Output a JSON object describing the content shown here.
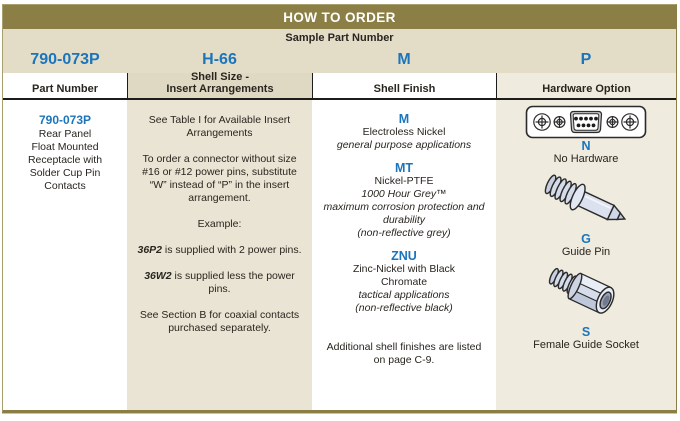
{
  "title": "HOW TO ORDER",
  "sample": {
    "label": "Sample Part Number",
    "part_number": "790-073P",
    "shell_size": "H-66",
    "shell_finish": "M",
    "hardware": "P"
  },
  "headers": {
    "col1": "Part Number",
    "col2_line1": "Shell Size -",
    "col2_line2": "Insert Arrangements",
    "col3": "Shell Finish",
    "col4": "Hardware Option"
  },
  "part_number": {
    "code": "790-073P",
    "desc_lines": [
      "Rear Panel",
      "Float Mounted",
      "Receptacle with",
      "Solder Cup Pin",
      "Contacts"
    ]
  },
  "shell_size": {
    "para1": "See Table I for Available Insert Arrangements",
    "para2": "To order a connector without size #16 or #12 power pins, substitute “W” instead of “P” in the insert arrangement.",
    "para3": "Example:",
    "para4_em": "36P2",
    "para4_text": " is supplied with 2 power pins.",
    "para5_em": "36W2",
    "para5_text": " is supplied less the power pins.",
    "para6": "See Section B for coaxial contacts purchased separately."
  },
  "shell_finish": {
    "m": {
      "code": "M",
      "name": "Electroless Nickel",
      "note": "general purpose applications"
    },
    "mt": {
      "code": "MT",
      "name": "Nickel-PTFE",
      "tagline": "1000 Hour Grey™",
      "note": "maximum corrosion protection and durability",
      "note2": "(non-reflective grey)"
    },
    "znu": {
      "code": "ZNU",
      "name": "Zinc-Nickel with Black Chromate",
      "note": "tactical applications",
      "note2": "(non-reflective black)"
    },
    "footnote": "Additional shell finishes are listed on page C-9."
  },
  "hardware": {
    "n": {
      "code": "N",
      "label": "No Hardware",
      "icon": "dsub-connector-face-icon"
    },
    "g": {
      "code": "G",
      "label": "Guide Pin",
      "icon": "guide-pin-icon"
    },
    "s": {
      "code": "S",
      "label": "Female Guide Socket",
      "icon": "female-guide-socket-icon"
    }
  },
  "colors": {
    "title_bar_olive": "#8b7f45",
    "accent_blue": "#1b75bc",
    "sample_tan": "#e3ddc8",
    "col2_tan": "#e9e4d3",
    "col4_tan": "#efebde",
    "text_dark": "#29251f"
  }
}
